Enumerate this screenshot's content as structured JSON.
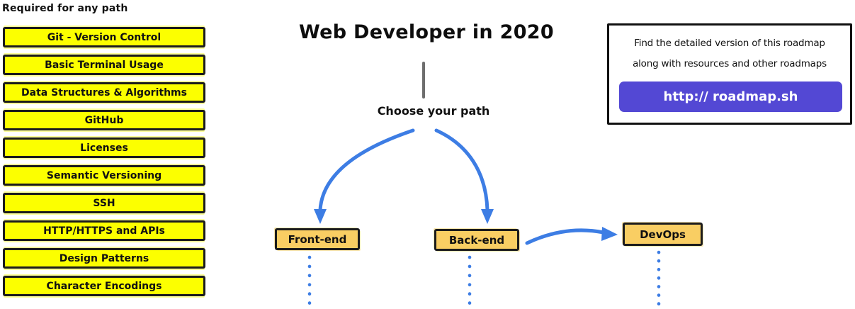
{
  "required_section": {
    "heading": "Required for any path",
    "items": [
      "Git - Version Control",
      "Basic Terminal Usage",
      "Data Structures & Algorithms",
      "GitHub",
      "Licenses",
      "Semantic Versioning",
      "SSH",
      "HTTP/HTTPS and APIs",
      "Design Patterns",
      "Character Encodings"
    ]
  },
  "center": {
    "title": "Web Developer in 2020",
    "choose_label": "Choose your path",
    "paths": [
      {
        "label": "Front-end"
      },
      {
        "label": "Back-end"
      },
      {
        "label": "DevOps"
      }
    ]
  },
  "info_box": {
    "line1": "Find the detailed version of this roadmap",
    "line2": "along with resources and other roadmaps",
    "button_label": "http:// roadmap.sh"
  },
  "colors": {
    "highlight_yellow": "#fcff00",
    "node_orange": "#f9ce63",
    "arrow_blue": "#3d7de4",
    "brand_purple": "#5348d4",
    "stem_gray": "#6e6e6e"
  }
}
